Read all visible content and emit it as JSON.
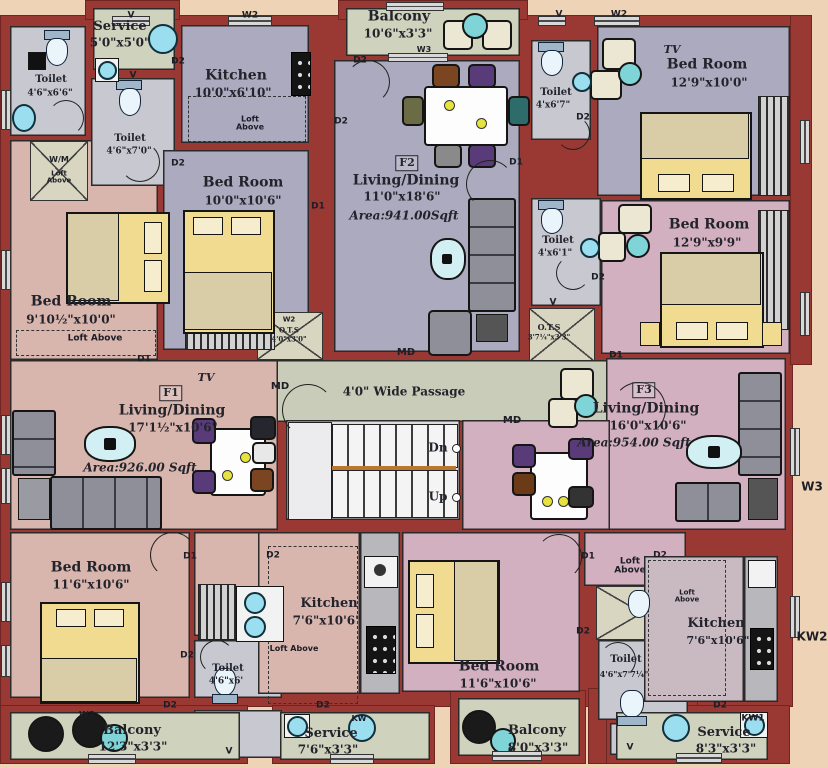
{
  "drawing_type": "residential-apartment-floor-plan",
  "colors": {
    "wall": "#9a3834",
    "flat1_fill": "#d8b5ad",
    "flat2_fill": "#abaabe",
    "flat3_fill": "#d2b0c0",
    "wet_area_fill": "#c8c8d0",
    "service_fill": "#cfd2bd",
    "background": "#eed3b6",
    "bed_fill": "#f1db90",
    "accent_teal": "#7fd4d8"
  },
  "flats": [
    {
      "code": "F1",
      "name": "Living/Dining",
      "dims": "17'1½\"x10'6\"",
      "area": "Area:926.00 Sqft"
    },
    {
      "code": "F2",
      "name": "Living/Dining",
      "dims": "11'0\"x18'6\"",
      "area": "Area:941.00Sqft"
    },
    {
      "code": "F3",
      "name": "Living/Dining",
      "dims": "16'0\"x10'6\"",
      "area": "Area:954.00 Sqft"
    }
  ],
  "rooms": {
    "toilet_tl": {
      "name": "Toilet",
      "dims": "4'6\"x6'6\""
    },
    "service_top": {
      "name": "Service",
      "dims": "5'0\"x5'0\""
    },
    "toilet_t2": {
      "name": "Toilet",
      "dims": "4'6\"x7'0\""
    },
    "kitchen_top": {
      "name": "Kitchen",
      "dims": "10'0\"x6'10\""
    },
    "balcony_top": {
      "name": "Balcony",
      "dims": "10'6\"x3'3\""
    },
    "bed_mid": {
      "name": "Bed Room",
      "dims": "10'0\"x10'6\""
    },
    "bed_left": {
      "name": "Bed Room",
      "dims": "9'10½\"x10'0\""
    },
    "bed_tr": {
      "name": "Bed Room",
      "dims": "12'9\"x10'0\""
    },
    "toilet_tr": {
      "name": "Toilet",
      "dims": "4'x6'7\""
    },
    "bed_r2": {
      "name": "Bed Room",
      "dims": "12'9\"x9'9\""
    },
    "toilet_r2": {
      "name": "Toilet",
      "dims": "4'x6'1\""
    },
    "ots_r": {
      "name": "O.T.S",
      "dims": "3'7¼\"x3'3\""
    },
    "ots_l": {
      "name": "O.T.S",
      "dims": "4'0\"x3'0\""
    },
    "bed_bl": {
      "name": "Bed Room",
      "dims": "11'6\"x10'6\""
    },
    "toilet_bc": {
      "name": "Toilet",
      "dims": "4'6\"x6'"
    },
    "kitchen_bc": {
      "name": "Kitchen",
      "dims": "7'6\"x10'6\""
    },
    "bed_br": {
      "name": "Bed Room",
      "dims": "11'6\"x10'6\""
    },
    "toilet_br": {
      "name": "Toilet",
      "dims": "4'6\"x7'7¼\""
    },
    "kitchen_br": {
      "name": "Kitchen",
      "dims": "7'6\"x10'6\""
    },
    "balcony_bl": {
      "name": "Balcony",
      "dims": "12'3\"x3'3\""
    },
    "service_bc": {
      "name": "Service",
      "dims": "7'6\"x3'3\""
    },
    "balcony_bc": {
      "name": "Balcony",
      "dims": "8'0\"x3'3\""
    },
    "service_br": {
      "name": "Service",
      "dims": "8'3\"x3'3\""
    }
  },
  "marks": {
    "d1": "D1",
    "d2": "D2",
    "v": "V",
    "w2": "W2",
    "w3": "W3",
    "md": "MD",
    "tv": "TV",
    "kw": "KW",
    "kw1": "KW1",
    "kw2": "KW2",
    "dn": "Dn",
    "up": "Up",
    "wm": "W/M",
    "loft": "Loft Above",
    "passage": "4'0\" Wide Passage"
  }
}
